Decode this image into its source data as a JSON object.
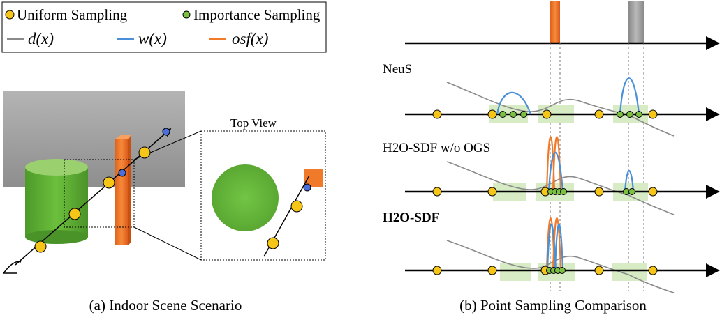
{
  "legend": {
    "uniform_label": "Uniform Sampling",
    "importance_label": "Importance Sampling",
    "d_label": "d(x)",
    "w_label": "w(x)",
    "osf_label": "osf(x)"
  },
  "scene": {
    "top_view_label": "Top View",
    "caption": "(a) Indoor Scene Scenario"
  },
  "comparison": {
    "caption": "(b) Point Sampling Comparison",
    "rows": [
      {
        "label": "NeuS",
        "bold": false
      },
      {
        "label": "H2O-SDF w/o OGS",
        "bold": false
      },
      {
        "label": "H2O-SDF",
        "bold": true
      }
    ]
  },
  "colors": {
    "uniform": "#f5c518",
    "importance": "#7bc043",
    "d_curve": "#8a8a8a",
    "w_curve": "#4a90d9",
    "osf_curve": "#f07a2a",
    "highlight": "#d7ecc4",
    "wall": "#a0a0a0",
    "cylinder": "#5aa832",
    "pillar": "#f07a2a"
  }
}
